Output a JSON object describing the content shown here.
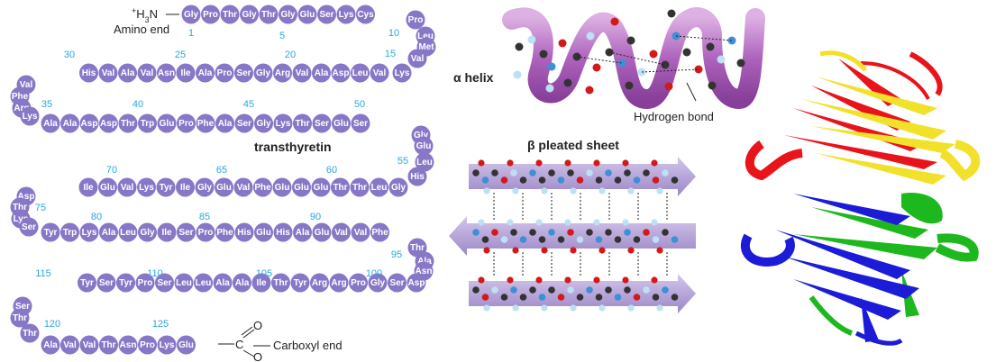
{
  "sequence": {
    "title": "transthyretin",
    "amino_label": "Amino end",
    "amino_charge": "+H3N",
    "carboxyl_label": "Carboxyl end",
    "carboxyl_O1": "O",
    "carboxyl_O2": "O",
    "carboxyl_C": "C",
    "residues": [
      "Gly",
      "Pro",
      "Thr",
      "Gly",
      "Thr",
      "Gly",
      "Glu",
      "Ser",
      "Lys",
      "Cys",
      "Pro",
      "Leu",
      "Met",
      "Val",
      "Lys",
      "Val",
      "Leu",
      "Asp",
      "Ala",
      "Val",
      "Arg",
      "Gly",
      "Ser",
      "Pro",
      "Ala",
      "Ile",
      "Asn",
      "Val",
      "Ala",
      "Val",
      "His",
      "Val",
      "Phe",
      "Arg",
      "Lys",
      "Ala",
      "Ala",
      "Asp",
      "Asp",
      "Thr",
      "Trp",
      "Glu",
      "Pro",
      "Phe",
      "Ala",
      "Ser",
      "Gly",
      "Lys",
      "Thr",
      "Ser",
      "Glu",
      "Ser",
      "Gly",
      "Glu",
      "Leu",
      "His",
      "Gly",
      "Leu",
      "Thr",
      "Thr",
      "Glu",
      "Glu",
      "Glu",
      "Phe",
      "Val",
      "Glu",
      "Gly",
      "Ile",
      "Tyr",
      "Lys",
      "Val",
      "Glu",
      "Ile",
      "Asp",
      "Thr",
      "Lys",
      "Ser",
      "Tyr",
      "Trp",
      "Lys",
      "Ala",
      "Leu",
      "Gly",
      "Ile",
      "Ser",
      "Pro",
      "Phe",
      "His",
      "Glu",
      "His",
      "Ala",
      "Glu",
      "Val",
      "Val",
      "Phe",
      "Thr",
      "Ala",
      "Asn",
      "Asp",
      "Ser",
      "Gly",
      "Pro",
      "Arg",
      "Arg",
      "Tyr",
      "Thr",
      "Ile",
      "Ala",
      "Ala",
      "Leu",
      "Leu",
      "Ser",
      "Pro",
      "Tyr",
      "Ser",
      "Tyr",
      "Ser",
      "Thr",
      "Thr",
      "Ala",
      "Val",
      "Val",
      "Thr",
      "Asn",
      "Pro",
      "Lys",
      "Glu"
    ],
    "numbers": [
      "1",
      "5",
      "10",
      "15",
      "20",
      "25",
      "30",
      "35",
      "40",
      "45",
      "50",
      "55",
      "60",
      "65",
      "70",
      "75",
      "80",
      "85",
      "90",
      "95",
      "100",
      "105",
      "110",
      "115",
      "120",
      "125"
    ]
  },
  "secondary": {
    "helix_label": "α helix",
    "hbond_label": "Hydrogen bond",
    "sheet_label": "β pleated sheet"
  },
  "colors": {
    "residue": "#8877c7",
    "number": "#29a8df",
    "helix_ribbon": "#b070c0",
    "sheet_arrow": "#b5a3d6",
    "ribbon_red": "#e8141a",
    "ribbon_yellow": "#f2e12a",
    "ribbon_green": "#1db81d",
    "ribbon_blue": "#1b1bd8"
  }
}
